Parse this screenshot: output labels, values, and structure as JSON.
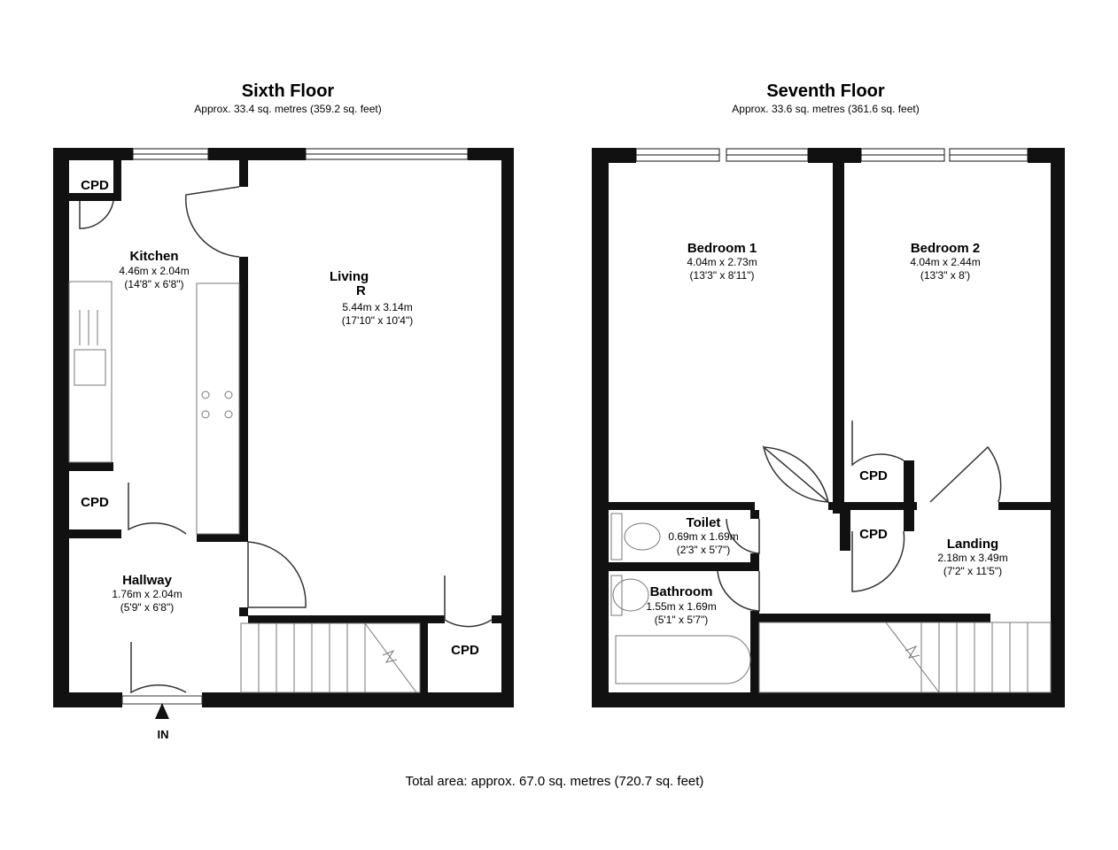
{
  "floors": [
    {
      "title": "Sixth Floor",
      "area": "Approx. 33.4 sq. metres (359.2 sq. feet)",
      "rooms": [
        {
          "name": "Kitchen",
          "metric": "4.46m x 2.04m",
          "imperial": "(14'8\" x 6'8\")"
        },
        {
          "name": "Living",
          "name2": "R",
          "metric": "5.44m x 3.14m",
          "imperial": "(17'10\" x 10'4\")"
        },
        {
          "name": "Hallway",
          "metric": "1.76m x 2.04m",
          "imperial": "(5'9\" x 6'8\")"
        }
      ],
      "cupboards": [
        "CPD",
        "CPD",
        "CPD"
      ],
      "entrance": "IN"
    },
    {
      "title": "Seventh Floor",
      "area": "Approx. 33.6 sq. metres (361.6 sq. feet)",
      "rooms": [
        {
          "name": "Bedroom 1",
          "metric": "4.04m x 2.73m",
          "imperial": "(13'3\" x 8'11\")"
        },
        {
          "name": "Bedroom 2",
          "metric": "4.04m x 2.44m",
          "imperial": "(13'3\" x 8')"
        },
        {
          "name": "Toilet",
          "metric": "0.69m x 1.69m",
          "imperial": "(2'3\" x 5'7\")"
        },
        {
          "name": "Bathroom",
          "metric": "1.55m x 1.69m",
          "imperial": "(5'1\" x 5'7\")"
        },
        {
          "name": "Landing",
          "metric": "2.18m x 3.49m",
          "imperial": "(7'2\" x 11'5\")"
        }
      ],
      "cupboards": [
        "CPD",
        "CPD"
      ]
    }
  ],
  "total_area": "Total area: approx. 67.0 sq. metres (720.7 sq. feet)"
}
